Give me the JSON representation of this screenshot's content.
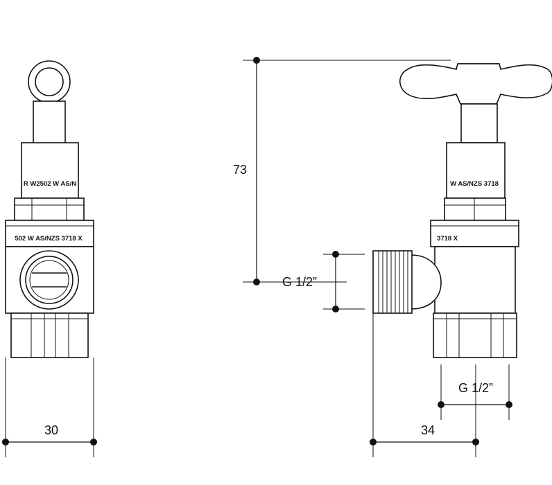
{
  "dimensions": {
    "front_width": "30",
    "height": "73",
    "inlet_thread": "G 1/2”",
    "outlet_thread": "G 1/2”",
    "offset": "34"
  },
  "markings": {
    "front_stem": "R W2502 W AS/N",
    "front_body": "502 W AS/NZS 3718 X",
    "side_stem": "W AS/NZS 3718",
    "side_body": "3718 X"
  }
}
